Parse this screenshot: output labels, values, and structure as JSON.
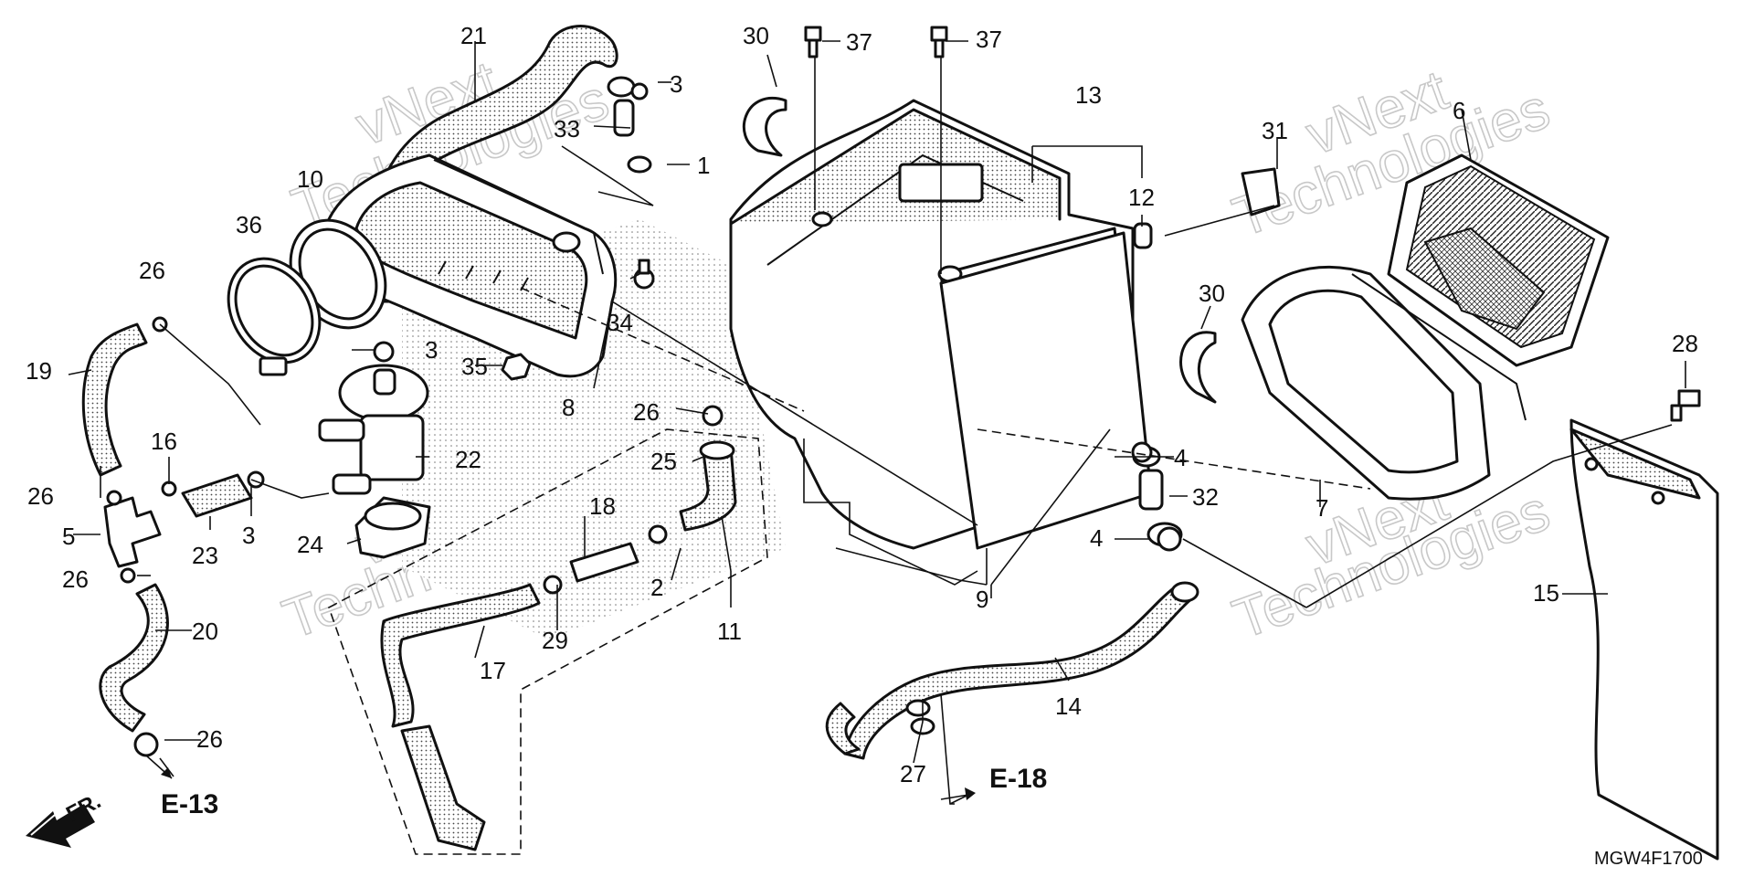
{
  "diagram": {
    "callouts": {
      "c1": "1",
      "c2": "2",
      "c3a": "3",
      "c3b": "3",
      "c3c": "3",
      "c4a": "4",
      "c4b": "4",
      "c5": "5",
      "c6": "6",
      "c7": "7",
      "c8": "8",
      "c9": "9",
      "c10": "10",
      "c11": "11",
      "c12": "12",
      "c13": "13",
      "c14": "14",
      "c15": "15",
      "c16": "16",
      "c17": "17",
      "c18": "18",
      "c19": "19",
      "c20": "20",
      "c21": "21",
      "c22": "22",
      "c23": "23",
      "c24": "24",
      "c25": "25",
      "c26a": "26",
      "c26b": "26",
      "c26c": "26",
      "c26d": "26",
      "c26e": "26",
      "c27": "27",
      "c28": "28",
      "c29": "29",
      "c30a": "30",
      "c30b": "30",
      "c31": "31",
      "c32": "32",
      "c33": "33",
      "c34": "34",
      "c35": "35",
      "c36": "36",
      "c37a": "37",
      "c37b": "37"
    },
    "references": {
      "e13": "E-13",
      "e18": "E-18"
    },
    "front_marker": "FR.",
    "drawing_code": "MGW4F1700",
    "watermark": {
      "line1": "vNext",
      "line2": "Technologies"
    }
  }
}
